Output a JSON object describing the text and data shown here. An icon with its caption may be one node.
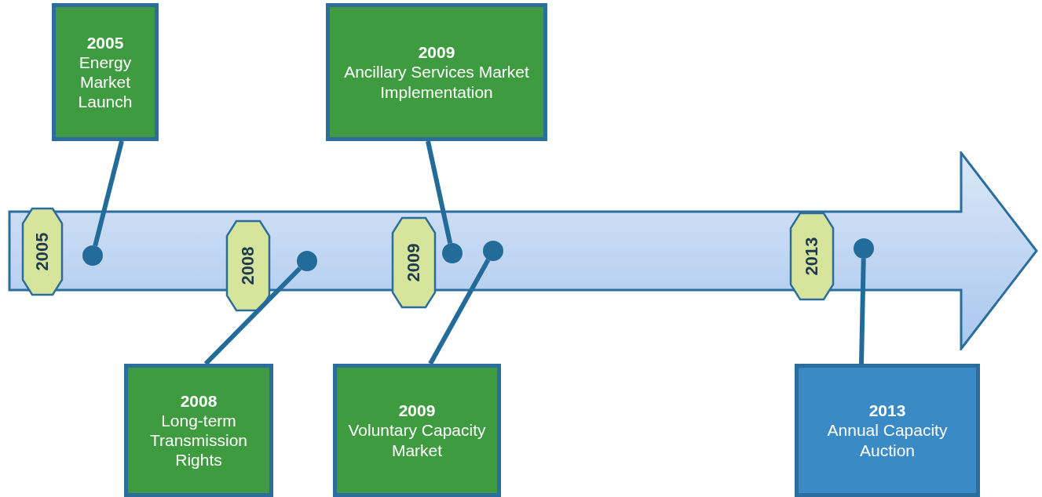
{
  "diagram": {
    "nodes": [
      {
        "text": [
          "2005",
          "Energy Market Launch"
        ]
      },
      {
        "text": [
          "2009",
          "Ancillary Services Market Implementation"
        ]
      },
      {
        "text": [],
        "shape": "arrow"
      },
      {
        "text": [
          "2005"
        ],
        "in": 2
      },
      {
        "text": [
          "2008"
        ],
        "in": 2
      },
      {
        "text": [
          "2009"
        ],
        "in": 2
      },
      {
        "text": [
          "2013"
        ],
        "in": 2
      },
      {
        "text": [],
        "shape": "circle",
        "in": 2
      },
      {
        "text": [],
        "shape": "circle",
        "in": 2
      },
      {
        "text": [],
        "shape": "circle",
        "in": 2
      },
      {
        "text": [],
        "shape": "circle",
        "in": 2
      },
      {
        "text": [],
        "shape": "circle",
        "in": 2
      },
      {
        "text": [
          "2008",
          "Long-term Transmission Rights"
        ]
      },
      {
        "text": [
          "2009",
          "Voluntary Capacity Market"
        ]
      },
      {
        "text": [
          "2013",
          "Annual Capacity Auction"
        ]
      }
    ],
    "edges": [
      {
        "from": 0,
        "to": 7,
        "arrow": "none"
      },
      {
        "from": 1,
        "to": 9,
        "arrow": "none"
      },
      {
        "from": 12,
        "to": 8,
        "arrow": "none"
      },
      {
        "from": 13,
        "to": 10,
        "arrow": "none"
      },
      {
        "from": 14,
        "to": 11,
        "arrow": "none"
      }
    ]
  }
}
